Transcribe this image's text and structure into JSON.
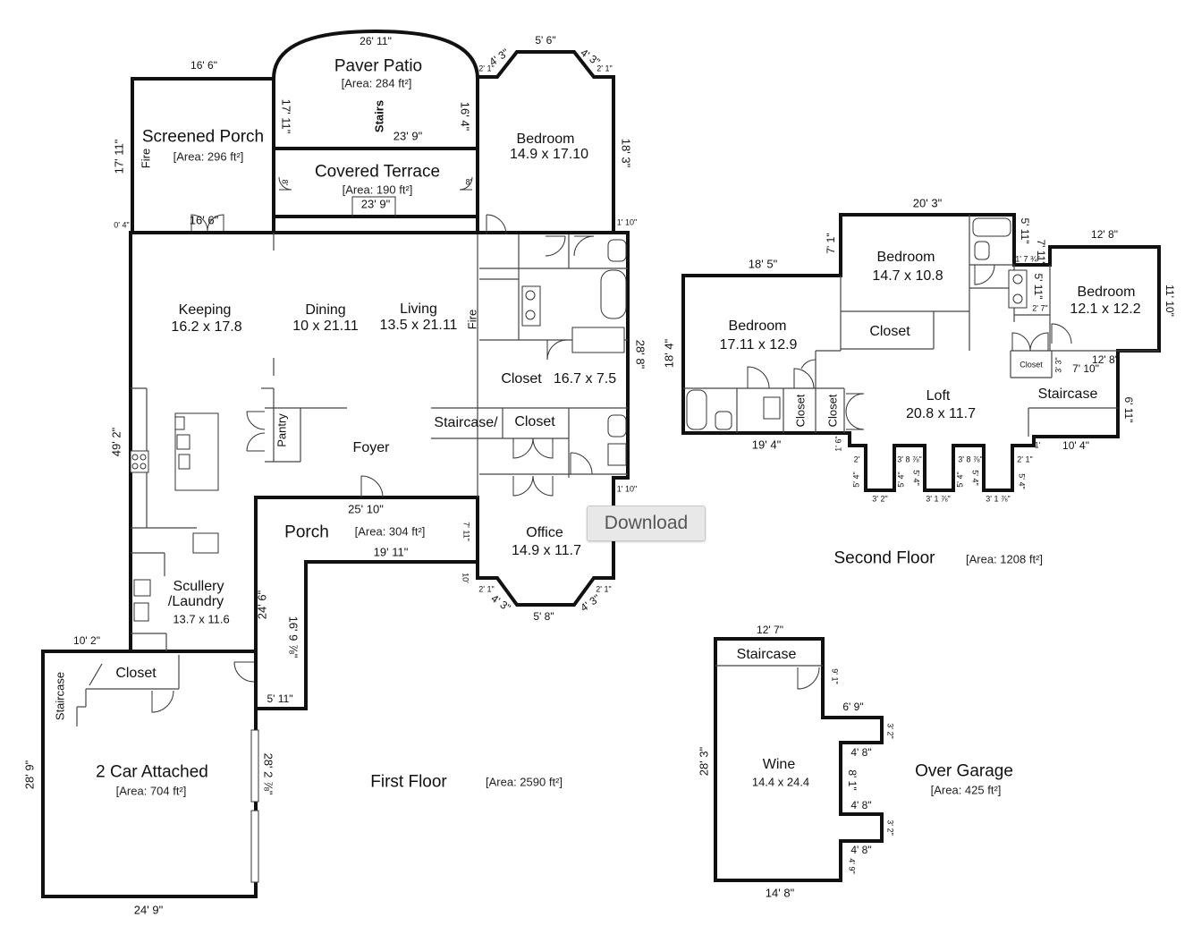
{
  "first_floor": {
    "title": "First Floor",
    "area": "[Area: 2590 ft²]",
    "paver_patio": {
      "name": "Paver Patio",
      "area": "[Area: 284 ft²]",
      "stairs": "Stairs",
      "dim_top": "26' 11\"",
      "dim_left": "17' 11\"",
      "dim_right": "16' 4\"",
      "dim_bottom": "23' 9\""
    },
    "screened_porch": {
      "name": "Screened Porch",
      "area": "[Area: 296 ft²]",
      "fire": "Fire",
      "dim_top": "16' 6\"",
      "dim_left": "17' 11\"",
      "dim_bottom": "16' 6\"",
      "dim_corner": "0' 4\""
    },
    "covered_terrace": {
      "name": "Covered Terrace",
      "area": "[Area: 190 ft²]",
      "dim_bottom": "23' 9\"",
      "door_left": "8'",
      "door_right": "8'"
    },
    "bedroom": {
      "name": "Bedroom",
      "size": "14.9 x 17.10",
      "dim_right": "18' 3\"",
      "bay_top": "5' 6\"",
      "bay_left_diag": "4' 3\"",
      "bay_right_diag": "4' 3\"",
      "bay_left_small": "2' 1\"",
      "bay_right_small": "2' 1\""
    },
    "keeping": {
      "name": "Keeping",
      "size": "16.2 x 17.8"
    },
    "dining": {
      "name": "Dining",
      "size": "10 x 21.11"
    },
    "living": {
      "name": "Living",
      "size": "13.5 x 21.11",
      "fire": "Fire"
    },
    "closet_main": {
      "name": "Closet",
      "size": "16.7 x 7.5"
    },
    "staircase_closet": {
      "staircase": "Staircase/",
      "closet": "Closet"
    },
    "pantry": "Pantry",
    "foyer": "Foyer",
    "porch": {
      "name": "Porch",
      "area": "[Area: 304 ft²]",
      "dim_top": "25' 10\"",
      "dim_mid": "19' 11\"",
      "dim_right": "7' 11\"",
      "dim_small": "10'",
      "dim_left": "24' 6\"",
      "dim_inner": "16' 9 ⅞\"",
      "dim_bottom": "5' 11\""
    },
    "office": {
      "name": "Office",
      "size": "14.9 x 11.7",
      "bay_bottom": "5' 8\"",
      "bay_left_diag": "4' 3\"",
      "bay_right_diag": "4' 3\"",
      "bay_left_small": "2' 1\"",
      "bay_right_small": "2' 1\""
    },
    "scullery": {
      "name_1": "Scullery",
      "name_2": "/Laundry",
      "size": "13.7 x 11.6"
    },
    "garage": {
      "name": "2 Car Attached",
      "area": "[Area: 704 ft²]",
      "closet": "Closet",
      "staircase": "Staircase",
      "dim_top": "10' 2\"",
      "dim_left": "28' 9\"",
      "dim_right": "28' 2 ⅞\"",
      "dim_bottom": "24' 9\""
    },
    "dim_overall_left": "49' 2\"",
    "dim_overall_right": "28' 8\"",
    "dim_notch_top": "1' 10\"",
    "dim_notch_bottom": "1' 10\""
  },
  "second_floor": {
    "title": "Second Floor",
    "area": "[Area: 1208 ft²]",
    "bedroom_left": {
      "name": "Bedroom",
      "size": "17.11 x 12.9",
      "dim_top": "18' 5\"",
      "dim_left": "18' 4\"",
      "dim_bottom": "19' 4\""
    },
    "bedroom_mid": {
      "name": "Bedroom",
      "size": "14.7 x 10.8",
      "dim_top": "20' 3\"",
      "dim_left": "7' 1\""
    },
    "bedroom_right": {
      "name": "Bedroom",
      "size": "12.1 x 12.2",
      "dim_top": "12' 8\"",
      "dim_right": "11' 10\"",
      "dim_bottom": "12' 8\""
    },
    "closet_top": "Closet",
    "closet_a": "Closet",
    "closet_b": "Closet",
    "closet_small": "Closet",
    "loft": {
      "name": "Loft",
      "size": "20.8 x 11.7"
    },
    "staircase": "Staircase",
    "dims": {
      "d_5_11": "5' 11\"",
      "d_7_11": "7' 11\"",
      "d_1_7": "1' 7 ¾\"",
      "d_5_11b": "5' 11\"",
      "d_2_7": "2' 7\"",
      "d_3_3": "3' 3\"",
      "d_7_10": "7' 10\"",
      "d_6_11": "6' 11\"",
      "d_10_4": "10' 4\"",
      "d_1": "1'",
      "d_1_6": "1' 6\"",
      "d_2": "2'",
      "d_5_4a": "5' 4\"",
      "d_3_2": "3' 2\"",
      "d_3_8a": "3' 8 ⅞\"",
      "d_5_4b": "5' 4\"",
      "d_5_4c": "5' 4\"",
      "d_3_1a": "3' 1 ⅞\"",
      "d_3_8b": "3' 8 ⅞\"",
      "d_5_4d": "5' 4\"",
      "d_5_4e": "5' 4\"",
      "d_3_1b": "3' 1 ⅞\"",
      "d_2_1": "2' 1\"",
      "d_5_4f": "5' 4\""
    }
  },
  "over_garage": {
    "title": "Over Garage",
    "area": "[Area: 425 ft²]",
    "staircase": "Staircase",
    "wine": {
      "name": "Wine",
      "size": "14.4 x 24.4"
    },
    "dims": {
      "top": "12' 7\"",
      "left": "28' 3\"",
      "bottom": "14' 8\"",
      "d_9_1": "9' 1\"",
      "d_6_9": "6' 9\"",
      "d_3_2a": "3' 2\"",
      "d_4_8a": "4' 8\"",
      "d_8_1": "8' 1\"",
      "d_4_8b": "4' 8\"",
      "d_3_2b": "3' 2\"",
      "d_4_8c": "4' 8\"",
      "d_4_9": "4' 9\""
    }
  },
  "download_label": "Download"
}
